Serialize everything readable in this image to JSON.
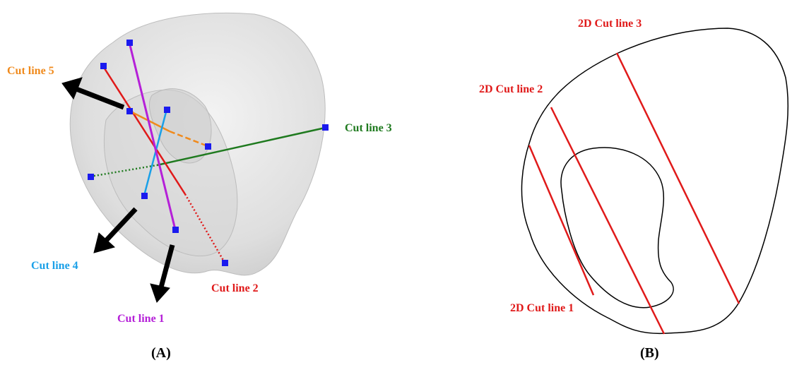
{
  "panel_a": {
    "caption": "(A)",
    "labels": {
      "cut_line_1": "Cut line 1",
      "cut_line_2": "Cut line 2",
      "cut_line_3": "Cut line 3",
      "cut_line_4": "Cut line 4",
      "cut_line_5": "Cut line 5"
    },
    "colors": {
      "cut_line_1": "#b520d8",
      "cut_line_2": "#e01a1a",
      "cut_line_3": "#1f7a1f",
      "cut_line_4": "#1aa0e8",
      "cut_line_5": "#f08a1c",
      "marker": "#1a1aee"
    }
  },
  "panel_b": {
    "caption": "(B)",
    "labels": {
      "cut_line_1": "2D Cut line 1",
      "cut_line_2": "2D Cut line 2",
      "cut_line_3": "2D Cut line 3"
    },
    "colors": {
      "cut_line": "#e01a1a",
      "outline": "#000000"
    }
  }
}
